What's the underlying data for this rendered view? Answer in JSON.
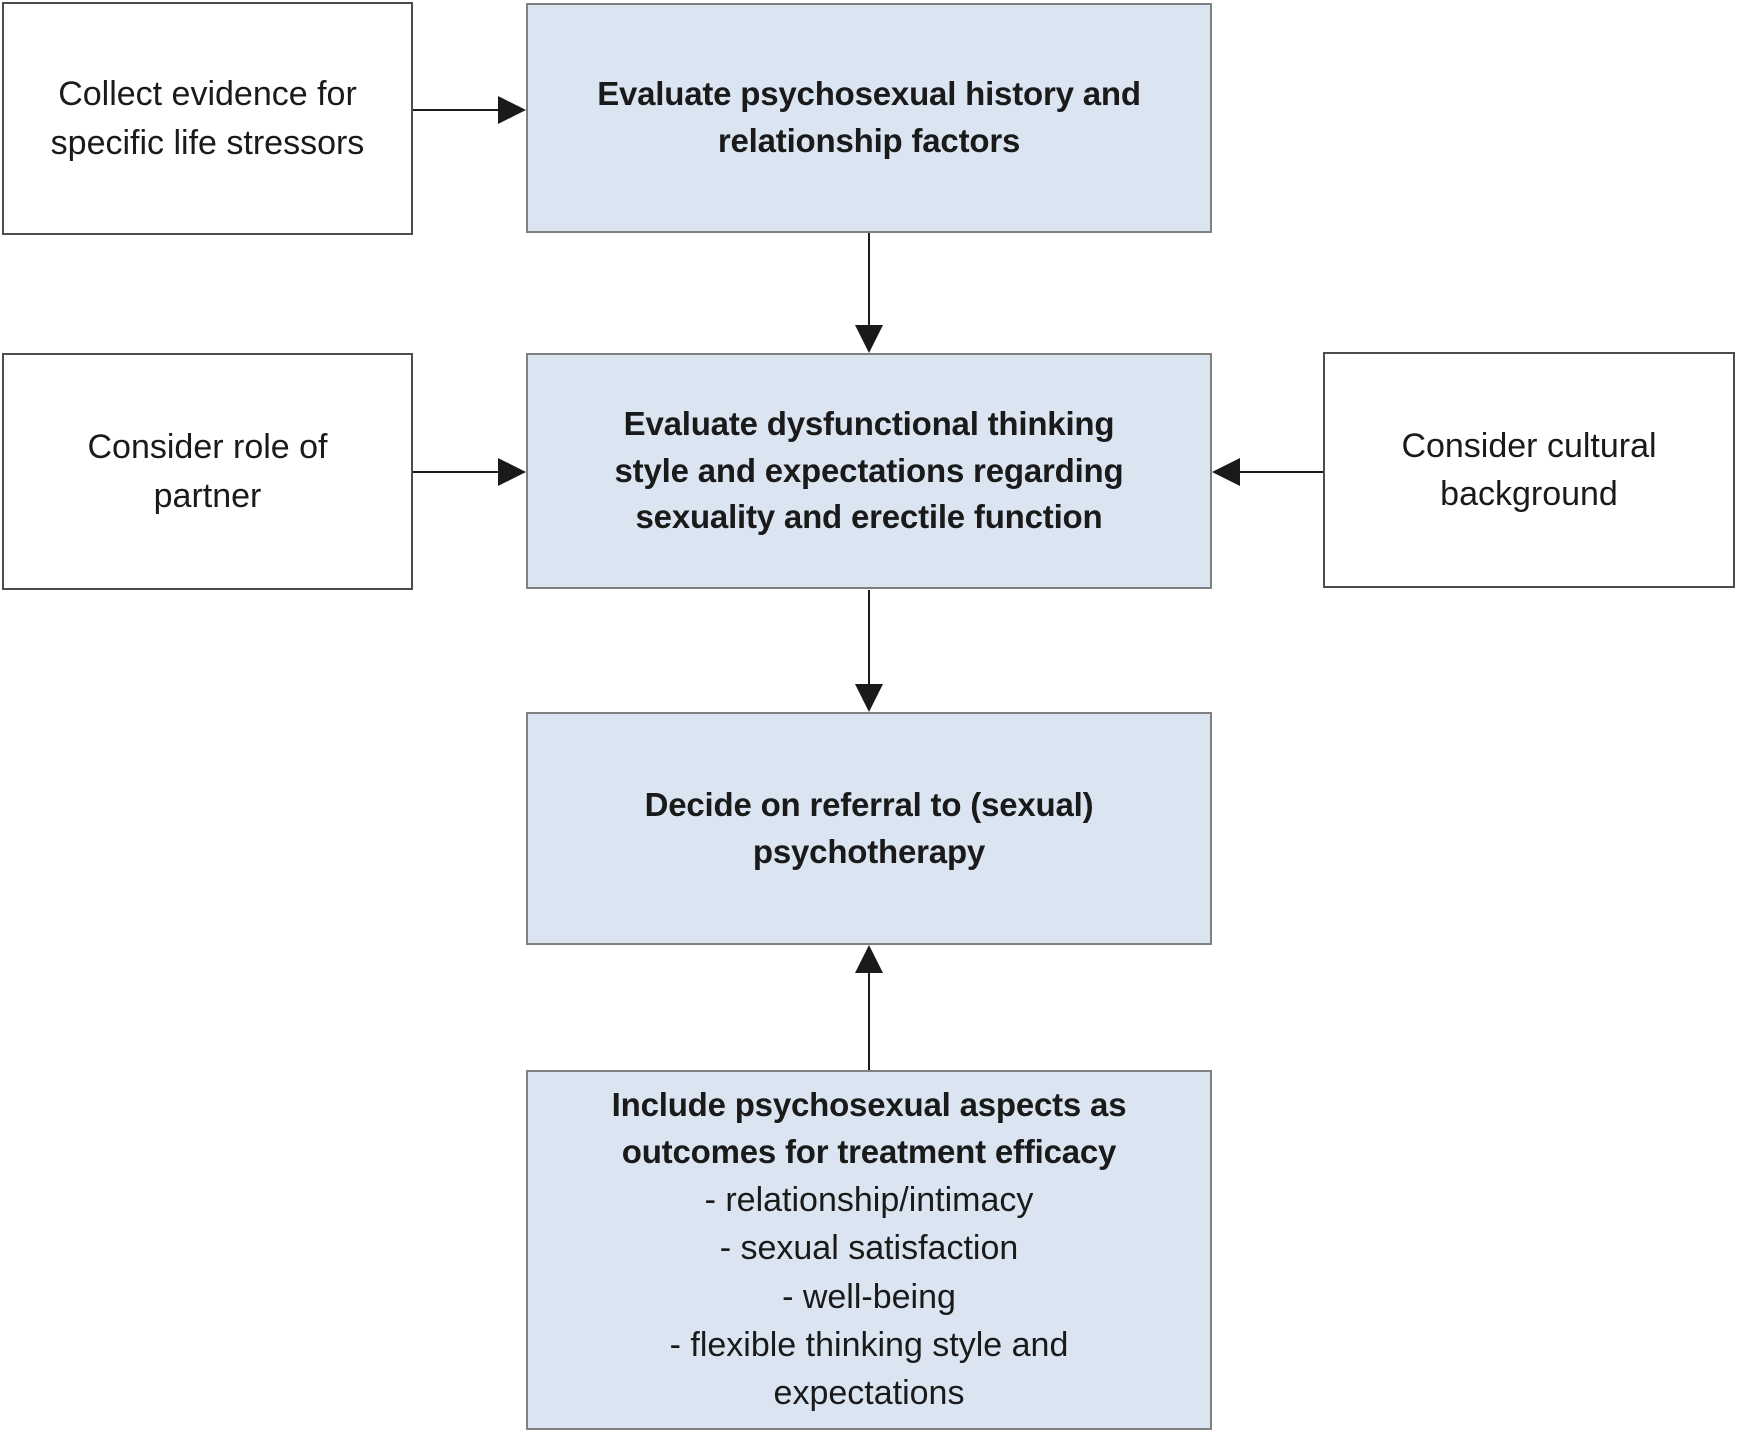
{
  "diagram": {
    "type": "flowchart",
    "nodes": {
      "collect": {
        "label": "Collect evidence for\nspecific life stressors",
        "style": "plain"
      },
      "history": {
        "label": "Evaluate psychosexual history and\nrelationship factors",
        "style": "highlighted"
      },
      "partner": {
        "label": "Consider role of\npartner",
        "style": "plain"
      },
      "thinking": {
        "label": "Evaluate dysfunctional thinking\nstyle and expectations regarding\nsexuality and erectile function",
        "style": "highlighted"
      },
      "cultural": {
        "label": "Consider cultural\nbackground",
        "style": "plain"
      },
      "decide": {
        "label": "Decide on referral to (sexual)\npsychotherapy",
        "style": "highlighted"
      },
      "outcomes": {
        "heading": "Include psychosexual aspects as\noutcomes for treatment efficacy",
        "items": [
          "- relationship/intimacy",
          "- sexual satisfaction",
          "- well-being",
          "- flexible thinking style and\nexpectations"
        ],
        "style": "highlighted"
      }
    },
    "edges": [
      {
        "from": "collect",
        "to": "history",
        "direction": "right"
      },
      {
        "from": "history",
        "to": "thinking",
        "direction": "down"
      },
      {
        "from": "partner",
        "to": "thinking",
        "direction": "right"
      },
      {
        "from": "cultural",
        "to": "thinking",
        "direction": "left"
      },
      {
        "from": "thinking",
        "to": "decide",
        "direction": "down"
      },
      {
        "from": "outcomes",
        "to": "decide",
        "direction": "up"
      }
    ],
    "colors": {
      "highlight_fill": "#dbe5f2",
      "highlight_border": "#808080",
      "plain_fill": "#ffffff",
      "plain_border": "#4d4d4d",
      "text": "#1a1a1a",
      "arrow": "#1a1a1a"
    }
  }
}
